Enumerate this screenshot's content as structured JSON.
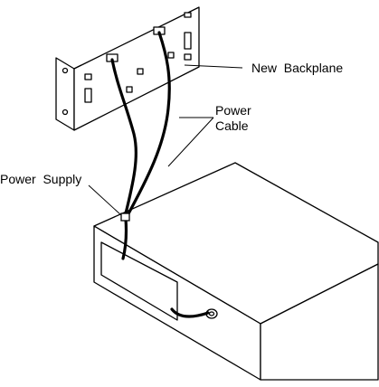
{
  "labels": {
    "backplane": "New  Backplane",
    "cable_line1": "Power",
    "cable_line2": "Cable",
    "supply": "Power  Supply"
  }
}
